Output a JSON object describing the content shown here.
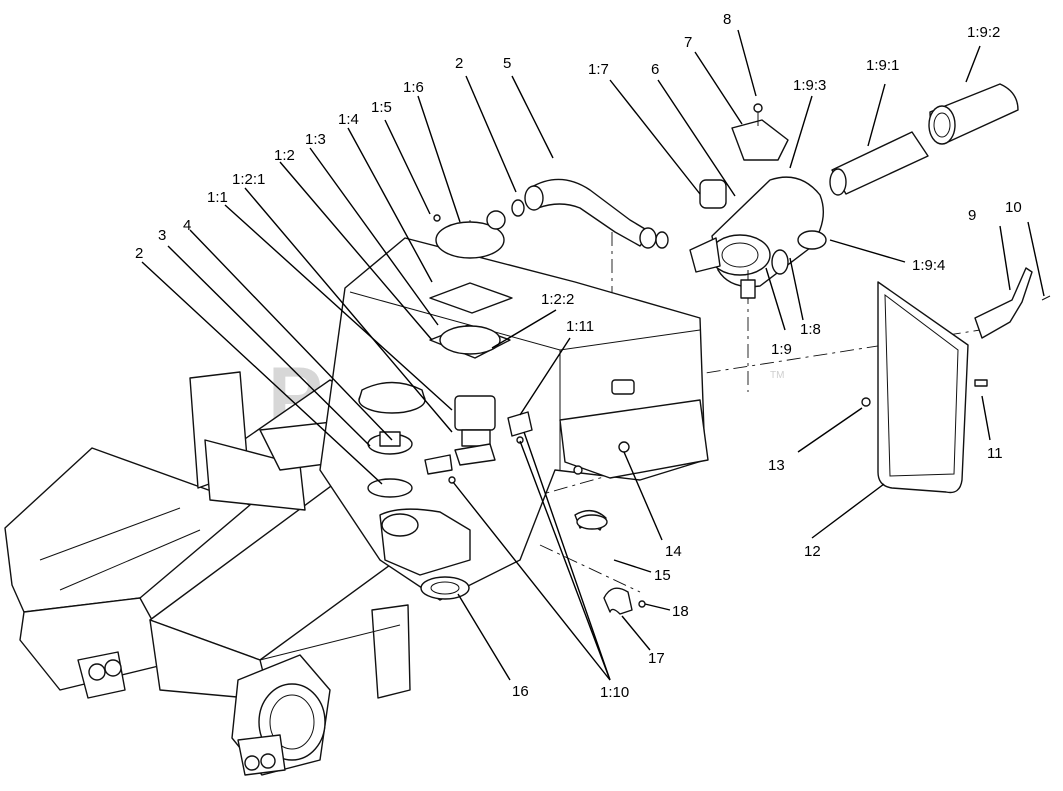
{
  "watermark": {
    "text": "PartsTree",
    "trademark": "TM"
  },
  "callouts": {
    "c2_left": "2",
    "c3": "3",
    "c4": "4",
    "c1_1": "1:1",
    "c1_2_1": "1:2:1",
    "c1_2": "1:2",
    "c1_3": "1:3",
    "c1_4": "1:4",
    "c1_5": "1:5",
    "c1_6": "1:6",
    "c2_top": "2",
    "c5": "5",
    "c1_7": "1:7",
    "c6": "6",
    "c7": "7",
    "c8": "8",
    "c1_9_3": "1:9:3",
    "c1_9_1": "1:9:1",
    "c1_9_2": "1:9:2",
    "c1_9_4": "1:9:4",
    "c1_9": "1:9",
    "c1_8": "1:8",
    "c1_2_2": "1:2:2",
    "c1_11": "1:11",
    "c9": "9",
    "c10": "10",
    "c11": "11",
    "c12": "12",
    "c13": "13",
    "c14": "14",
    "c15": "15",
    "c16": "16",
    "c17": "17",
    "c18": "18",
    "c1_10": "1:10"
  }
}
